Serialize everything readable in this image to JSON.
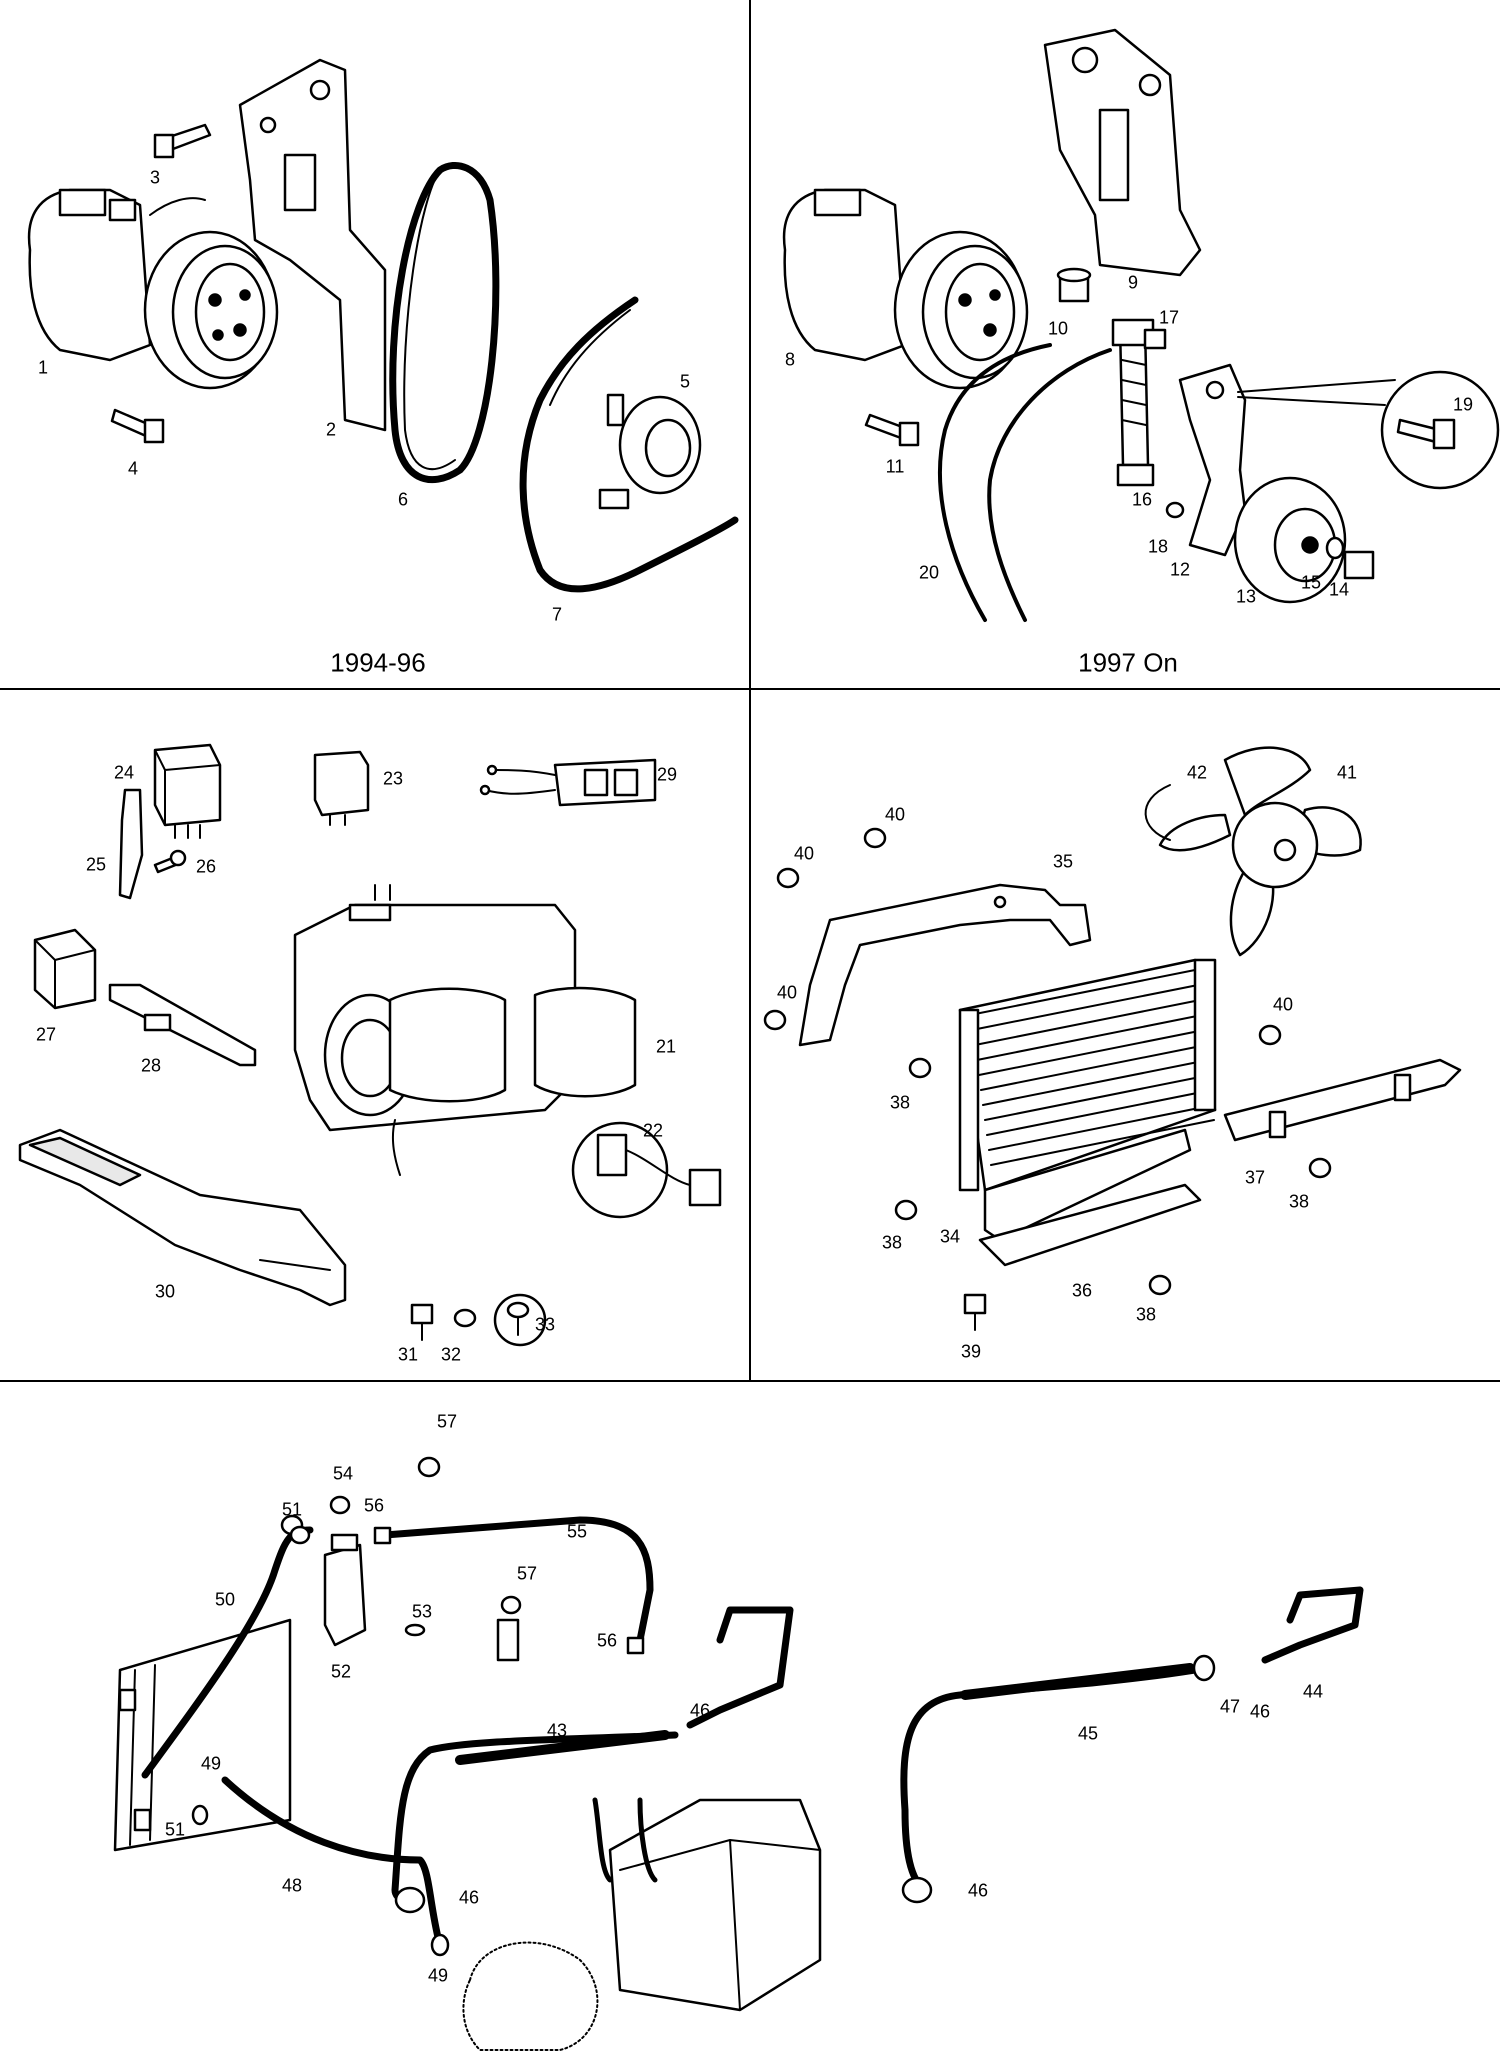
{
  "panels": {
    "early": {
      "caption": "1994-96",
      "callouts": [
        "1",
        "2",
        "3",
        "4",
        "5",
        "6",
        "7"
      ]
    },
    "late": {
      "caption": "1997 On",
      "callouts": [
        "8",
        "9",
        "10",
        "11",
        "12",
        "13",
        "14",
        "15",
        "16",
        "17",
        "18",
        "19",
        "20"
      ]
    },
    "heater": {
      "callouts": [
        "21",
        "22",
        "23",
        "24",
        "25",
        "26",
        "27",
        "28",
        "29",
        "30",
        "31",
        "32",
        "33"
      ]
    },
    "condenser": {
      "callouts": [
        "34",
        "35",
        "36",
        "37",
        "38",
        "38",
        "38",
        "38",
        "39",
        "40",
        "40",
        "40",
        "40",
        "41",
        "42"
      ]
    },
    "hoses": {
      "callouts": [
        "43",
        "44",
        "45",
        "46",
        "46",
        "46",
        "46",
        "47",
        "48",
        "49",
        "49",
        "50",
        "51",
        "51",
        "52",
        "53",
        "54",
        "55",
        "56",
        "56",
        "57",
        "57"
      ]
    }
  }
}
